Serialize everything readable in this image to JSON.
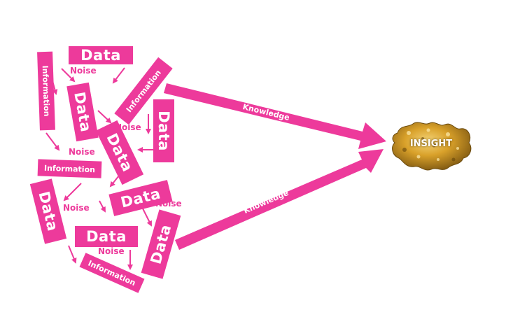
{
  "colors": {
    "accent": "#ED3A9B",
    "gold": "#D9A12A",
    "gold_dark": "#7A5410",
    "gold_light": "#F4D57A"
  },
  "labels": {
    "data": "Data",
    "information": "Information",
    "noise": "Noise",
    "knowledge": "Knowledge",
    "insight": "INSIGHT"
  },
  "icons": {
    "insight": "gold-nugget"
  }
}
